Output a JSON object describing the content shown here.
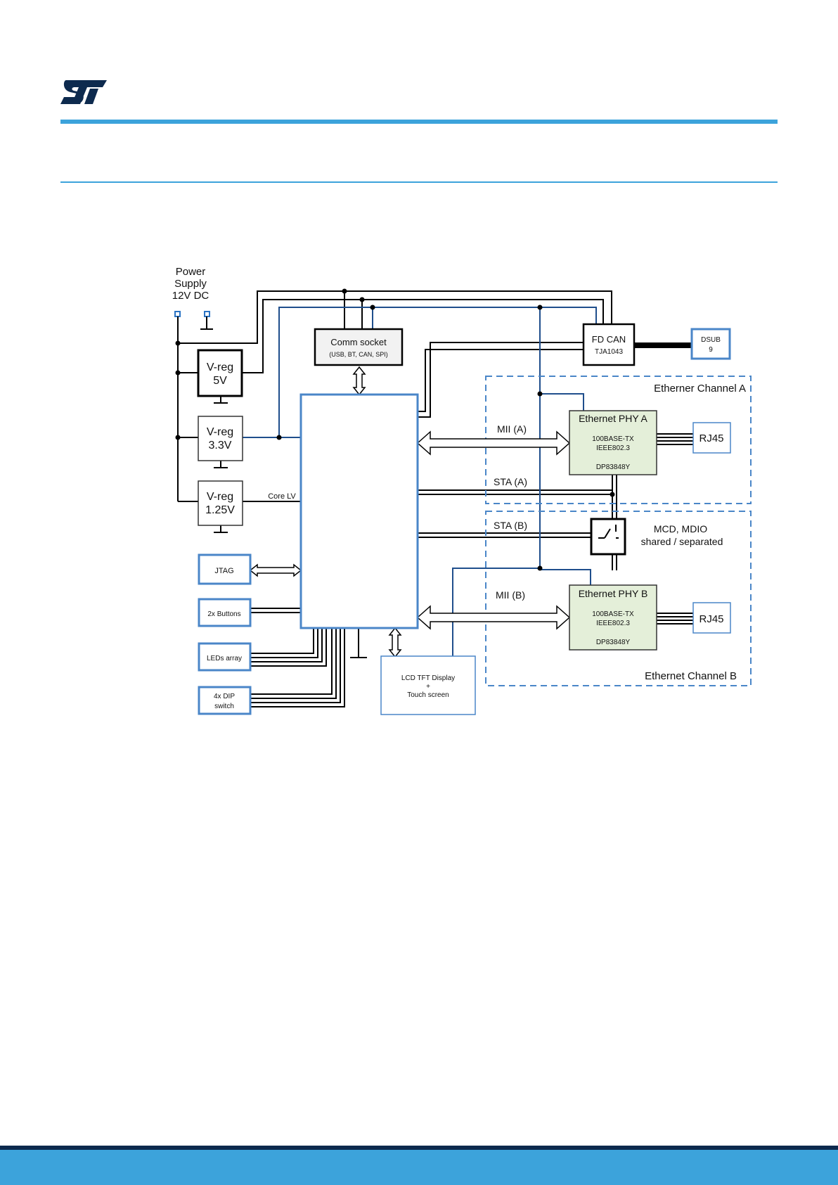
{
  "colors": {
    "accent": "#3ca3db",
    "footer_dark": "#0d2a4e",
    "logo": "#0d2a4e",
    "box_blue": "#4a86c8",
    "phy_fill": "#e4efd9"
  },
  "header": {
    "logo_icon": "st-logo-icon"
  },
  "diagram": {
    "power": {
      "line1": "Power",
      "line2": "Supply",
      "line3": "12V DC"
    },
    "vreg5": {
      "line1": "V-reg",
      "line2": "5V"
    },
    "vreg33": {
      "line1": "V-reg",
      "line2": "3.3V"
    },
    "vreg125": {
      "line1": "V-reg",
      "line2": "1.25V"
    },
    "core_lv": "Core LV",
    "comm": {
      "title": "Comm socket",
      "sub": "(USB, BT, CAN, SPI)"
    },
    "fdcan": {
      "title": "FD CAN",
      "sub": "TJA1043"
    },
    "dsub": {
      "line1": "DSUB",
      "line2": "9"
    },
    "channel_a": "Etherner  Channel A",
    "channel_b": "Ethernet Channel B",
    "phy_a": {
      "title": "Ethernet PHY A",
      "l1": "100BASE-TX",
      "l2": "IEEE802.3",
      "l3": "DP83848Y"
    },
    "phy_b": {
      "title": "Ethernet PHY B",
      "l1": "100BASE-TX",
      "l2": "IEEE802.3",
      "l3": "DP83848Y"
    },
    "rj45_a": "RJ45",
    "rj45_b": "RJ45",
    "mii_a": "MII (A)",
    "mii_b": "MII (B)",
    "sta_a": "STA (A)",
    "sta_b": "STA (B)",
    "mdio": {
      "line1": "MCD, MDIO",
      "line2": "shared / separated"
    },
    "jtag": "JTAG",
    "buttons": "2x Buttons",
    "leds": "LEDs array",
    "dip": {
      "line1": "4x DIP",
      "line2": "switch"
    },
    "lcd": {
      "line1": "LCD TFT Display",
      "line2": "+",
      "line3": "Touch screen"
    }
  }
}
